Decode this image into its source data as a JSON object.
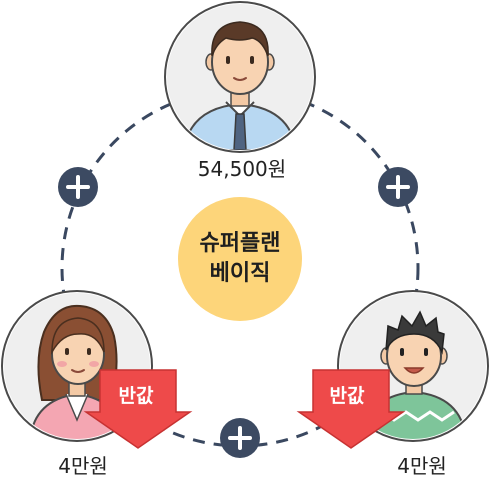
{
  "center": {
    "line1": "슈퍼플랜",
    "line2": "베이직"
  },
  "people": {
    "top": {
      "amount": "54,500원",
      "role": "man-with-tie"
    },
    "left": {
      "amount": "4만원",
      "role": "woman"
    },
    "right": {
      "amount": "4만원",
      "role": "boy"
    }
  },
  "arrows": {
    "left": "반값",
    "right": "반값"
  },
  "plus_icons": [
    "plus-left",
    "plus-right",
    "plus-bottom"
  ],
  "colors": {
    "center_fill": "#fdd57a",
    "arrow_fill": "#ee4a4a",
    "plus_fill": "#3c4a62",
    "label_highlight": "#c9efff",
    "dashed_ring": "#3a4860"
  }
}
